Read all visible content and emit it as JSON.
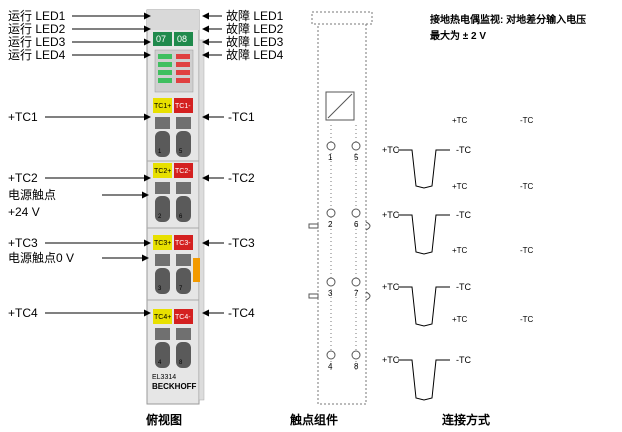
{
  "left_labels": {
    "led1": "运行 LED1",
    "led2": "运行 LED2",
    "led3": "运行 LED3",
    "led4": "运行 LED4",
    "tc1_pos": "+TC1",
    "tc2_pos": "+TC2",
    "power_contact": "电源触点",
    "power_24v": "+24 V",
    "tc3_pos": "+TC3",
    "power_0v": "电源触点0 V",
    "tc4_pos": "+TC4"
  },
  "right_labels": {
    "fault1": "故障 LED1",
    "fault2": "故障 LED2",
    "fault3": "故障 LED3",
    "fault4": "故障 LED4",
    "tc1_neg": "-TC1",
    "tc2_neg": "-TC2",
    "tc3_neg": "-TC3",
    "tc4_neg": "-TC4"
  },
  "module": {
    "led_box_left": "07",
    "led_box_right": "08",
    "term_tc1_pos": "TC1+",
    "term_tc1_neg": "TC1-",
    "term_tc2_pos": "TC2+",
    "term_tc2_neg": "TC2-",
    "term_tc3_pos": "TC3+",
    "term_tc3_neg": "TC3-",
    "term_tc4_pos": "TC4+",
    "term_tc4_neg": "TC4-",
    "model": "EL3314",
    "brand": "BECKHOFF",
    "nums": [
      "1",
      "5",
      "2",
      "6",
      "3",
      "7",
      "4",
      "8"
    ]
  },
  "contact_nums": [
    "1",
    "5",
    "2",
    "6",
    "3",
    "7",
    "4",
    "8"
  ],
  "connection": {
    "note_line1": "接地热电偶监视: 对地差分输入电压",
    "note_line2": "最大为 ± 2 V",
    "pos": "+TC",
    "neg": "-TC"
  },
  "captions": {
    "top_view": "俯视图",
    "contacts": "触点组件",
    "connection": "连接方式"
  },
  "colors": {
    "green": "#1f8a4c",
    "yellow": "#e8e000",
    "red": "#d42020",
    "orange": "#f39a00",
    "grey": "#9a9a9a"
  }
}
